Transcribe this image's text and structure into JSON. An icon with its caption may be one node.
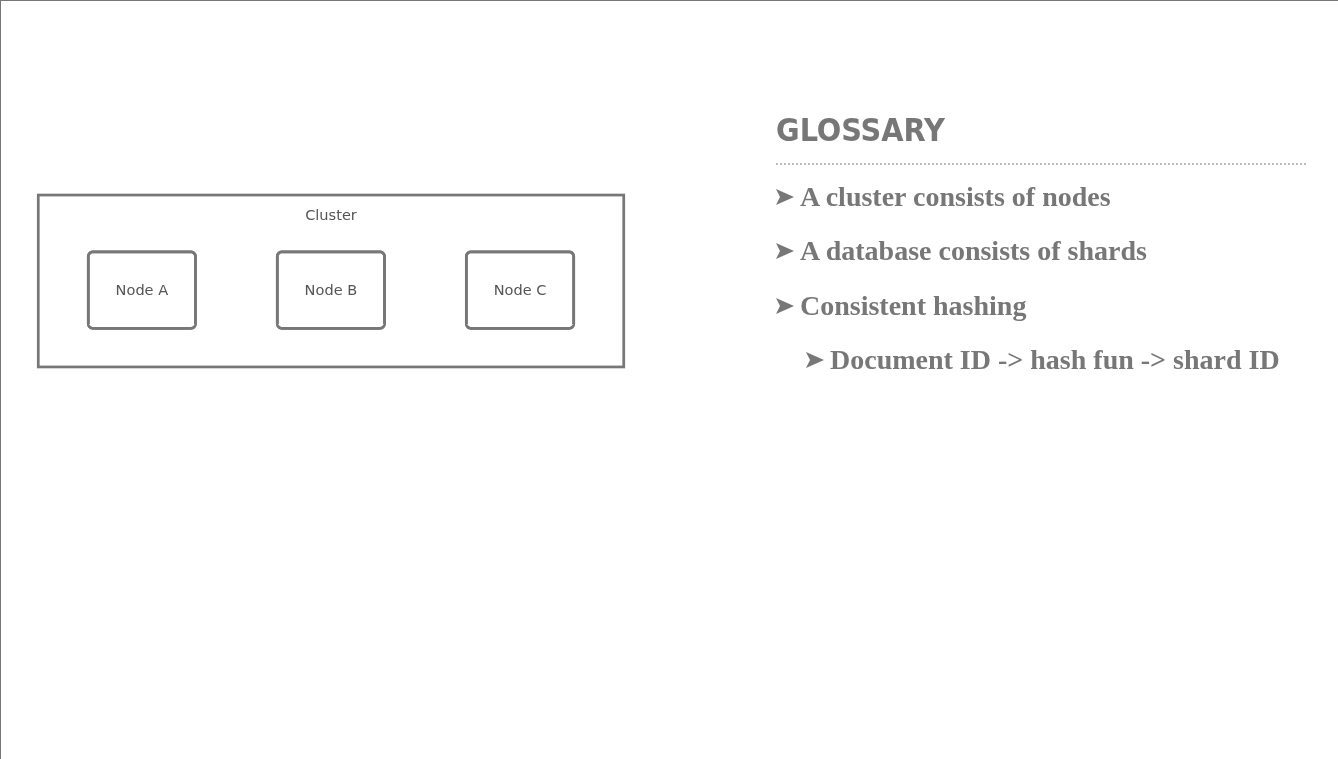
{
  "diagram": {
    "title": "GLOSSARY",
    "nodes": [
      {
        "text": [
          "Cluster"
        ]
      },
      {
        "text": [
          "Node A"
        ],
        "in": 0
      },
      {
        "text": [
          "Node B"
        ],
        "in": 0
      },
      {
        "text": [
          "Node C"
        ],
        "in": 0
      }
    ],
    "labels": [
      "A cluster consists of nodes",
      "A database consists of shards",
      "Consistent hashing",
      "Document ID -> hash fun -> shard ID"
    ]
  }
}
